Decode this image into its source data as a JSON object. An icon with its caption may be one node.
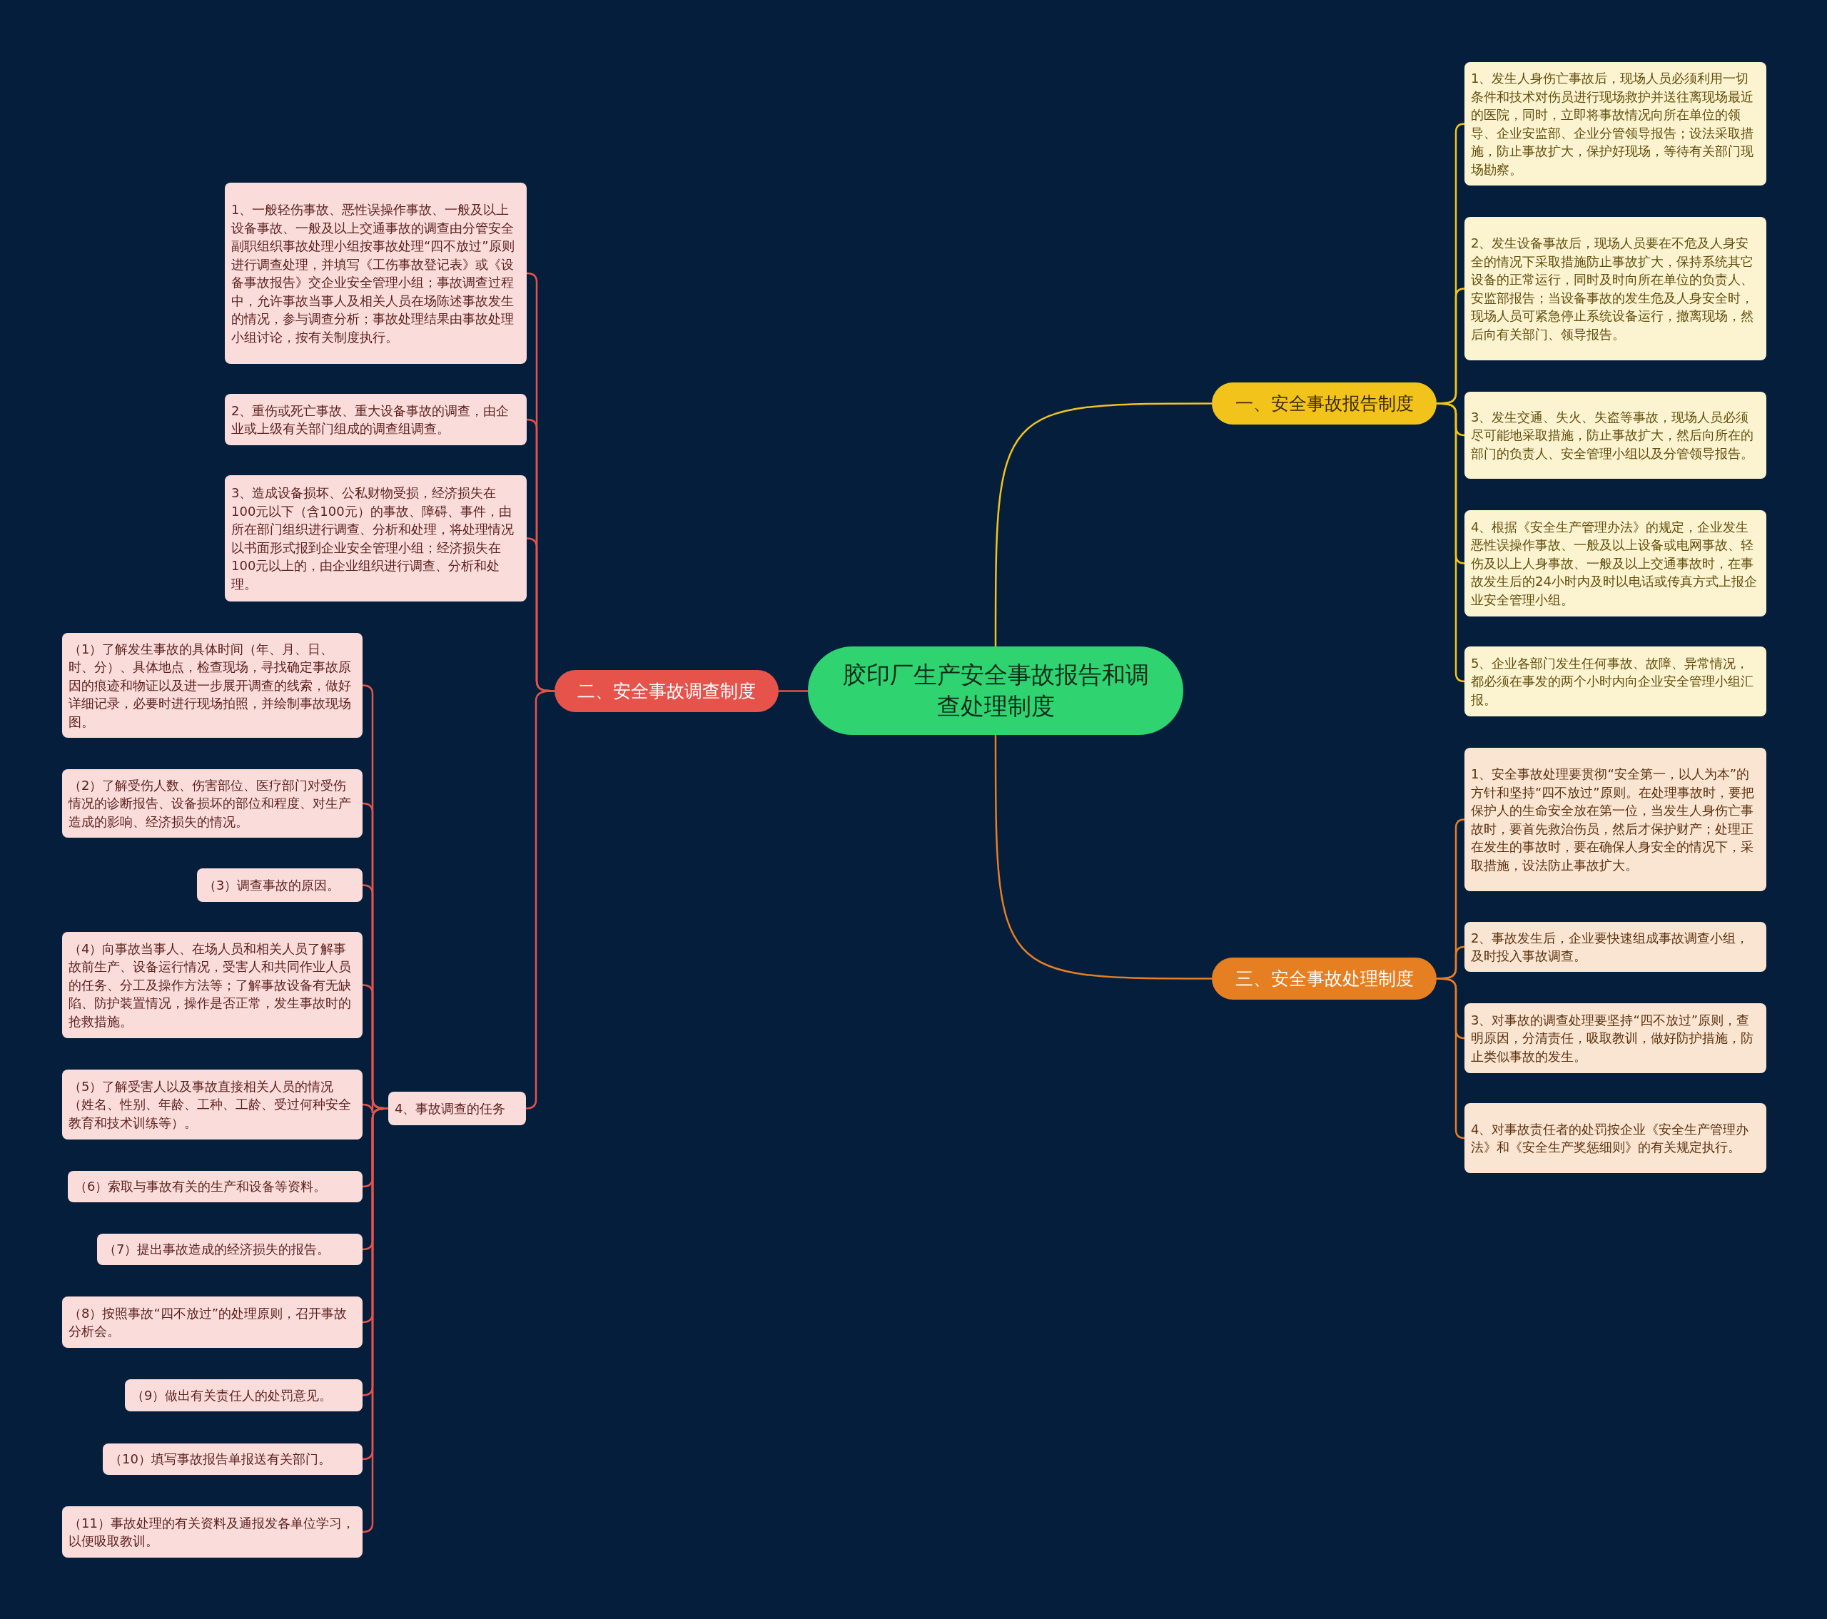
{
  "diagram": {
    "nodes": [
      {
        "text": [
          "胶印厂生产安全事故报告和调查处理制度"
        ]
      },
      {
        "text": [
          "一、安全事故报告制度"
        ]
      },
      {
        "text": [
          "1、发生人身伤亡事故后，现场人员必须利用一切条件和技术对伤员进行现场救护并送往离现场最近的医院，同时，立即将事故情况向所在单位的领导、企业安监部、企业分管领导报告；设法采取措施，防止事故扩大，保护好现场，等待有关部门现场勘察。"
        ]
      },
      {
        "text": [
          "2、发生设备事故后，现场人员要在不危及人身安全的情况下采取措施防止事故扩大，保持系统其它设备的正常运行，同时及时向所在单位的负责人、安监部报告；当设备事故的发生危及人身安全时，现场人员可紧急停止系统设备运行，撤离现场，然后向有关部门、领导报告。"
        ]
      },
      {
        "text": [
          "3、发生交通、失火、失盗等事故，现场人员必须尽可能地采取措施，防止事故扩大，然后向所在的部门的负责人、安全管理小组以及分管领导报告。"
        ]
      },
      {
        "text": [
          "4、根据《安全生产管理办法》的规定，企业发生恶性误操作事故、一般及以上设备或电网事故、轻伤及以上人身事故、一般及以上交通事故时，在事故发生后的24小时内及时以电话或传真方式上报企业安全管理小组。"
        ]
      },
      {
        "text": [
          "5、企业各部门发生任何事故、故障、异常情况，都必须在事发的两个小时内向企业安全管理小组汇报。"
        ]
      },
      {
        "text": [
          "二、安全事故调查制度"
        ]
      },
      {
        "text": [
          "1、一般轻伤事故、恶性误操作事故、一般及以上设备事故、一般及以上交通事故的调查由分管安全副职组织事故处理小组按事故处理“四不放过”原则进行调查处理，并填写《工伤事故登记表》或《设备事故报告》交企业安全管理小组；事故调查过程中，允许事故当事人及相关人员在场陈述事故发生的情况，参与调查分析；事故处理结果由事故处理小组讨论，按有关制度执行。"
        ]
      },
      {
        "text": [
          "2、重伤或死亡事故、重大设备事故的调查，由企业或上级有关部门组成的调查组调查。"
        ]
      },
      {
        "text": [
          "3、造成设备损坏、公私财物受损，经济损失在100元以下（含100元）的事故、障碍、事件，由所在部门组织进行调查、分析和处理，将处理情况以书面形式报到企业安全管理小组；经济损失在100元以上的，由企业组织进行调查、分析和处理。"
        ]
      },
      {
        "text": [
          "4、事故调查的任务"
        ]
      },
      {
        "text": [
          "（1）了解发生事故的具体时间（年、月、日、时、分）、具体地点，检查现场，寻找确定事故原因的痕迹和物证以及进一步展开调查的线索，做好详细记录，必要时进行现场拍照，并绘制事故现场图。"
        ]
      },
      {
        "text": [
          "（2）了解受伤人数、伤害部位、医疗部门对受伤情况的诊断报告、设备损坏的部位和程度、对生产造成的影响、经济损失的情况。"
        ]
      },
      {
        "text": [
          "（3）调查事故的原因。"
        ]
      },
      {
        "text": [
          "（4）向事故当事人、在场人员和相关人员了解事故前生产、设备运行情况，受害人和共同作业人员的任务、分工及操作方法等；了解事故设备有无缺陷、防护装置情况，操作是否正常，发生事故时的抢救措施。"
        ]
      },
      {
        "text": [
          "（5）了解受害人以及事故直接相关人员的情况（姓名、性别、年龄、工种、工龄、受过何种安全教育和技术训练等）。"
        ]
      },
      {
        "text": [
          "（6）索取与事故有关的生产和设备等资料。"
        ]
      },
      {
        "text": [
          "（7）提出事故造成的经济损失的报告。"
        ]
      },
      {
        "text": [
          "（8）按照事故“四不放过”的处理原则，召开事故分析会。"
        ]
      },
      {
        "text": [
          "（9）做出有关责任人的处罚意见。"
        ]
      },
      {
        "text": [
          "（10）填写事故报告单报送有关部门。"
        ]
      },
      {
        "text": [
          "（11）事故处理的有关资料及通报发各单位学习，以便吸取教训。"
        ]
      },
      {
        "text": [
          "三、安全事故处理制度"
        ]
      },
      {
        "text": [
          "1、安全事故处理要贯彻“安全第一，以人为本”的方针和坚持“四不放过”原则。在处理事故时，要把保护人的生命安全放在第一位，当发生人身伤亡事故时，要首先救治伤员，然后才保护财产；处理正在发生的事故时，要在确保人身安全的情况下，采取措施，设法防止事故扩大。"
        ]
      },
      {
        "text": [
          "2、事故发生后，企业要快速组成事故调查小组，及时投入事故调查。"
        ]
      },
      {
        "text": [
          "3、对事故的调查处理要坚持“四不放过”原则，查明原因，分清责任，吸取教训，做好防护措施，防止类似事故的发生。"
        ]
      },
      {
        "text": [
          "4、对事故责任者的处罚按企业《安全生产管理办法》和《安全生产奖惩细则》的有关规定执行。"
        ]
      }
    ],
    "edges": [
      {
        "from": 0,
        "to": 1,
        "arrow": "none",
        "color": "#f2c31a"
      },
      {
        "from": 1,
        "to": 2,
        "arrow": "none",
        "color": "#f2c31a"
      },
      {
        "from": 1,
        "to": 3,
        "arrow": "none",
        "color": "#f2c31a"
      },
      {
        "from": 1,
        "to": 4,
        "arrow": "none",
        "color": "#f2c31a"
      },
      {
        "from": 1,
        "to": 5,
        "arrow": "none",
        "color": "#f2c31a"
      },
      {
        "from": 1,
        "to": 6,
        "arrow": "none",
        "color": "#f2c31a"
      },
      {
        "from": 0,
        "to": 7,
        "arrow": "none"
      },
      {
        "from": 7,
        "to": 8,
        "arrow": "none"
      },
      {
        "from": 7,
        "to": 9,
        "arrow": "none"
      },
      {
        "from": 7,
        "to": 10,
        "arrow": "none"
      },
      {
        "from": 7,
        "to": 11,
        "arrow": "none"
      },
      {
        "from": 11,
        "to": 12,
        "arrow": "none"
      },
      {
        "from": 11,
        "to": 13,
        "arrow": "none"
      },
      {
        "from": 11,
        "to": 14,
        "arrow": "none"
      },
      {
        "from": 11,
        "to": 15,
        "arrow": "none"
      },
      {
        "from": 11,
        "to": 16,
        "arrow": "none"
      },
      {
        "from": 11,
        "to": 17,
        "arrow": "none"
      },
      {
        "from": 11,
        "to": 18,
        "arrow": "none"
      },
      {
        "from": 11,
        "to": 19,
        "arrow": "none"
      },
      {
        "from": 11,
        "to": 20,
        "arrow": "none"
      },
      {
        "from": 11,
        "to": 21,
        "arrow": "none"
      },
      {
        "from": 11,
        "to": 22,
        "arrow": "none"
      },
      {
        "from": 0,
        "to": 23,
        "arrow": "none",
        "color": "#e67e22"
      },
      {
        "from": 23,
        "to": 24,
        "arrow": "none",
        "color": "#e67e22"
      },
      {
        "from": 23,
        "to": 25,
        "arrow": "none",
        "color": "#e67e22"
      },
      {
        "from": 23,
        "to": 26,
        "arrow": "none",
        "color": "#e67e22"
      },
      {
        "from": 23,
        "to": 27,
        "arrow": "none",
        "color": "#e67e22"
      }
    ]
  }
}
